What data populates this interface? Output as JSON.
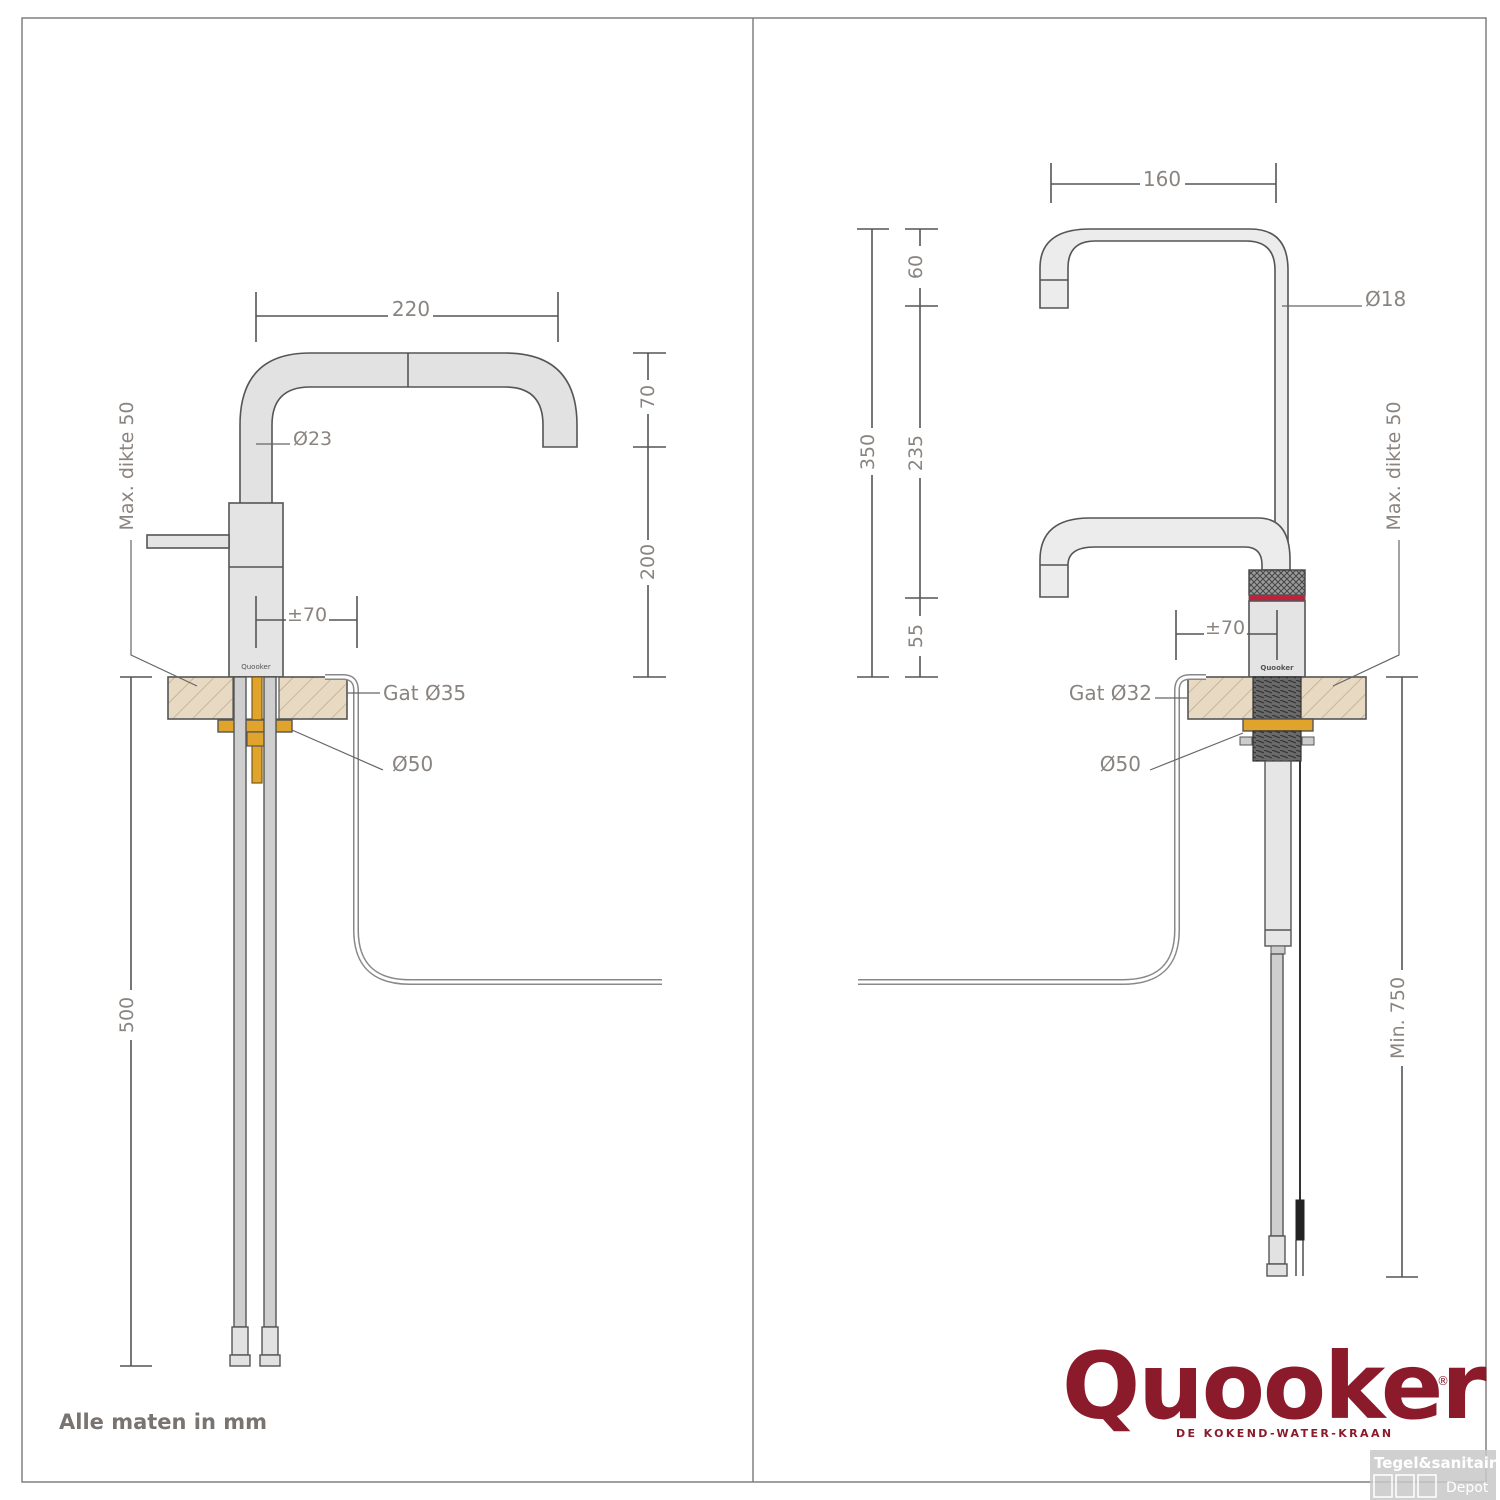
{
  "left": {
    "width": "220",
    "height_top": "70",
    "height_bottom": "200",
    "spout_diameter": "Ø23",
    "offset": "±70",
    "max_thickness": "Max. dikte 50",
    "hole": "Gat Ø35",
    "washer": "Ø50",
    "hose_length": "500",
    "brand_mark": "Quooker"
  },
  "right": {
    "width": "160",
    "total_height": "350",
    "seg_top": "60",
    "seg_mid": "235",
    "seg_bottom": "55",
    "spout_diameter": "Ø18",
    "offset": "±70",
    "max_thickness": "Max. dikte 50",
    "hole": "Gat Ø32",
    "washer": "Ø50",
    "min_length": "Min. 750",
    "brand_mark": "Quooker"
  },
  "footer_note": "Alle maten in mm",
  "logo": {
    "name": "Quooker",
    "registered": "®",
    "tagline": "DE KOKEND-WATER-KRAAN"
  },
  "watermark": {
    "line1": "Tegel&sanitair",
    "line2": "Depot"
  },
  "colors": {
    "brand": "#8b1a2b",
    "wood": "#e8d9c2",
    "brass": "#e0a42c",
    "steel": "#e2e2e2"
  }
}
